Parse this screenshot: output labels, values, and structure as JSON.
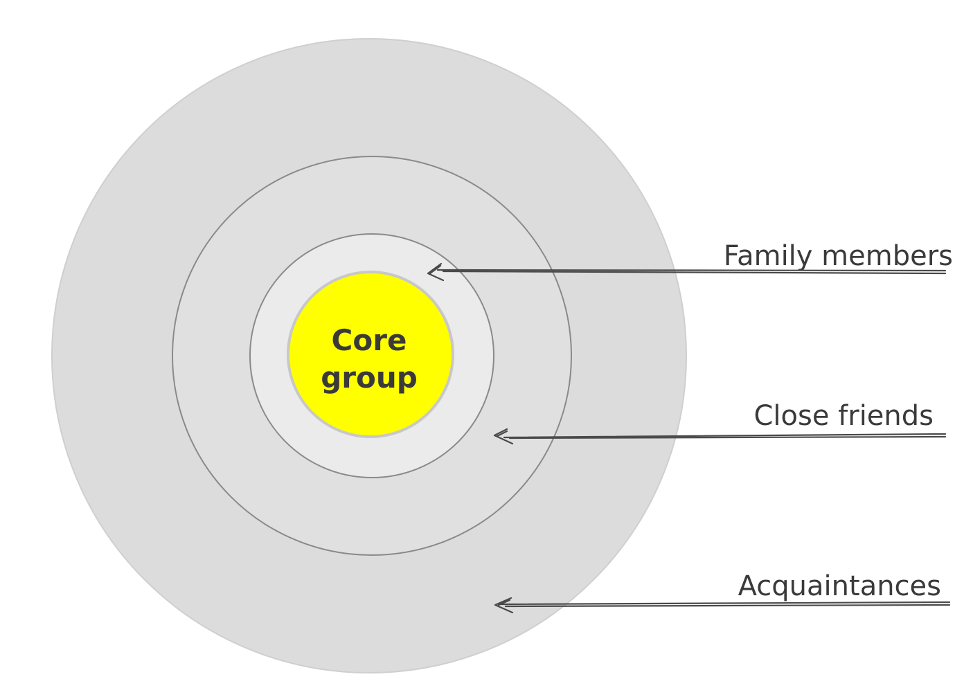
{
  "diagram": {
    "core": {
      "line1": "Core",
      "line2": "group"
    },
    "labels": {
      "family": "Family members",
      "friends": "Close friends",
      "acquaintances": "Acquaintances"
    },
    "colors": {
      "core_fill": "#ffff00",
      "ring_fill": "#dcdcdc",
      "text": "#3a3a3a"
    }
  }
}
